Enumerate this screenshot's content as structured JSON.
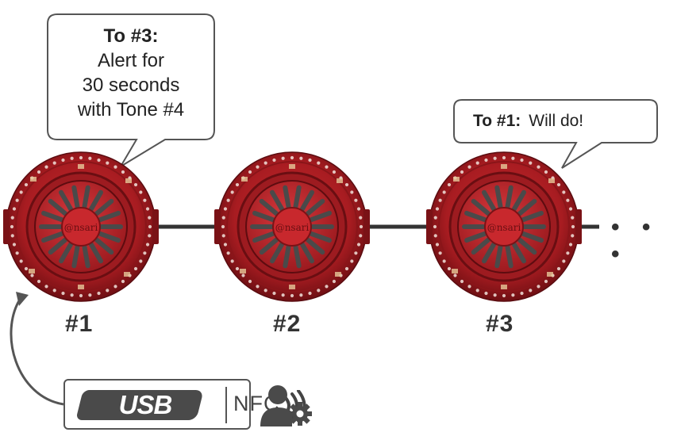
{
  "bubble_left": {
    "heading": "To #3:",
    "lines": [
      "Alert for",
      "30 seconds",
      "with Tone #4"
    ]
  },
  "bubble_right": {
    "heading": "To #1:",
    "text": "Will do!"
  },
  "nodes": [
    {
      "label": "#1",
      "watermark": "@nsari"
    },
    {
      "label": "#2",
      "watermark": "@nsari"
    },
    {
      "label": "#3",
      "watermark": "@nsari"
    }
  ],
  "continuation": "• • •",
  "device": {
    "usb_label": "USB",
    "nfc_label": "NFC"
  },
  "icons": [
    "user-settings-icon",
    "nfc-signal-icon",
    "curved-arrow-icon"
  ],
  "colors": {
    "device_red": "#b52025",
    "device_dark_red": "#7a1216",
    "line": "#333333",
    "bubble_border": "#555555"
  }
}
